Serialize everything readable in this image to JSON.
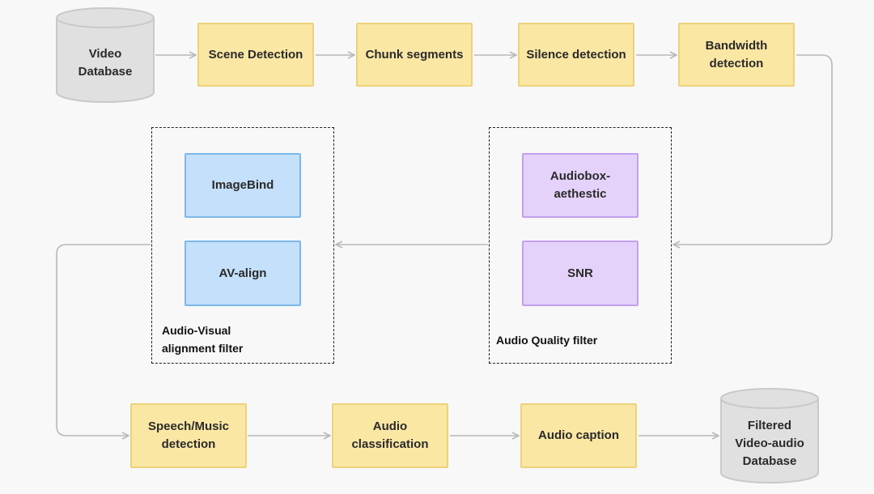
{
  "nodes": {
    "video_database": "Video\nDatabase",
    "scene_detection": "Scene Detection",
    "chunk_segments": "Chunk segments",
    "silence_detection": "Silence detection",
    "bandwidth_detection": "Bandwidth\ndetection",
    "imagebind": "ImageBind",
    "av_align": "AV-align",
    "audiobox_aesthetic": "Audiobox-\naethestic",
    "snr": "SNR",
    "speech_music_detection": "Speech/Music\ndetection",
    "audio_classification": "Audio\nclassification",
    "audio_caption": "Audio caption",
    "filtered_database": "Filtered\nVideo-audio\nDatabase"
  },
  "groups": {
    "av_filter": "Audio-Visual\nalignment filter",
    "quality_filter": "Audio Quality filter"
  },
  "colors": {
    "stage": "#fbe7a4",
    "av_model": "#c4e0fa",
    "quality_model": "#e4d2fa",
    "database": "#e0e0e0",
    "arrow": "#b8b8b8"
  }
}
